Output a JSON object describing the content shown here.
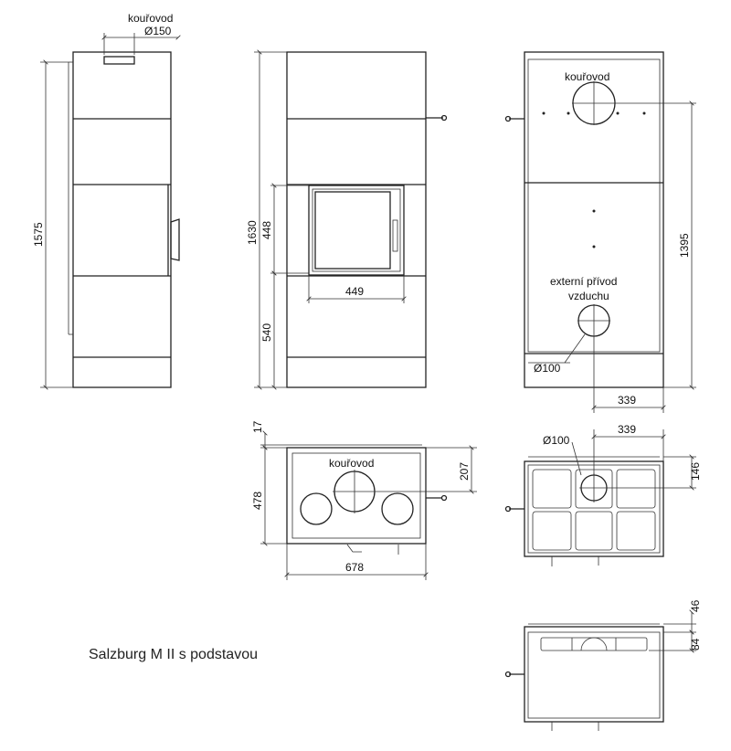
{
  "title": "Salzburg M II s podstavou",
  "labels": {
    "flue": "kouřovod",
    "external_air_1": "externí přívod",
    "external_air_2": "vzduchu"
  },
  "dimensions": {
    "flue_diameter": "Ø150",
    "height_side": "1575",
    "height_front": "1630",
    "window_height": "448",
    "window_width": "449",
    "base_height": "540",
    "back_height": "1395",
    "air_diameter_back": "Ø100",
    "offset_back": "339",
    "top_17": "17",
    "top_depth": "478",
    "top_207": "207",
    "top_width": "678",
    "top2_diameter": "Ø100",
    "top2_339": "339",
    "top2_146": "146",
    "top3_46": "46",
    "top3_84": "84"
  }
}
